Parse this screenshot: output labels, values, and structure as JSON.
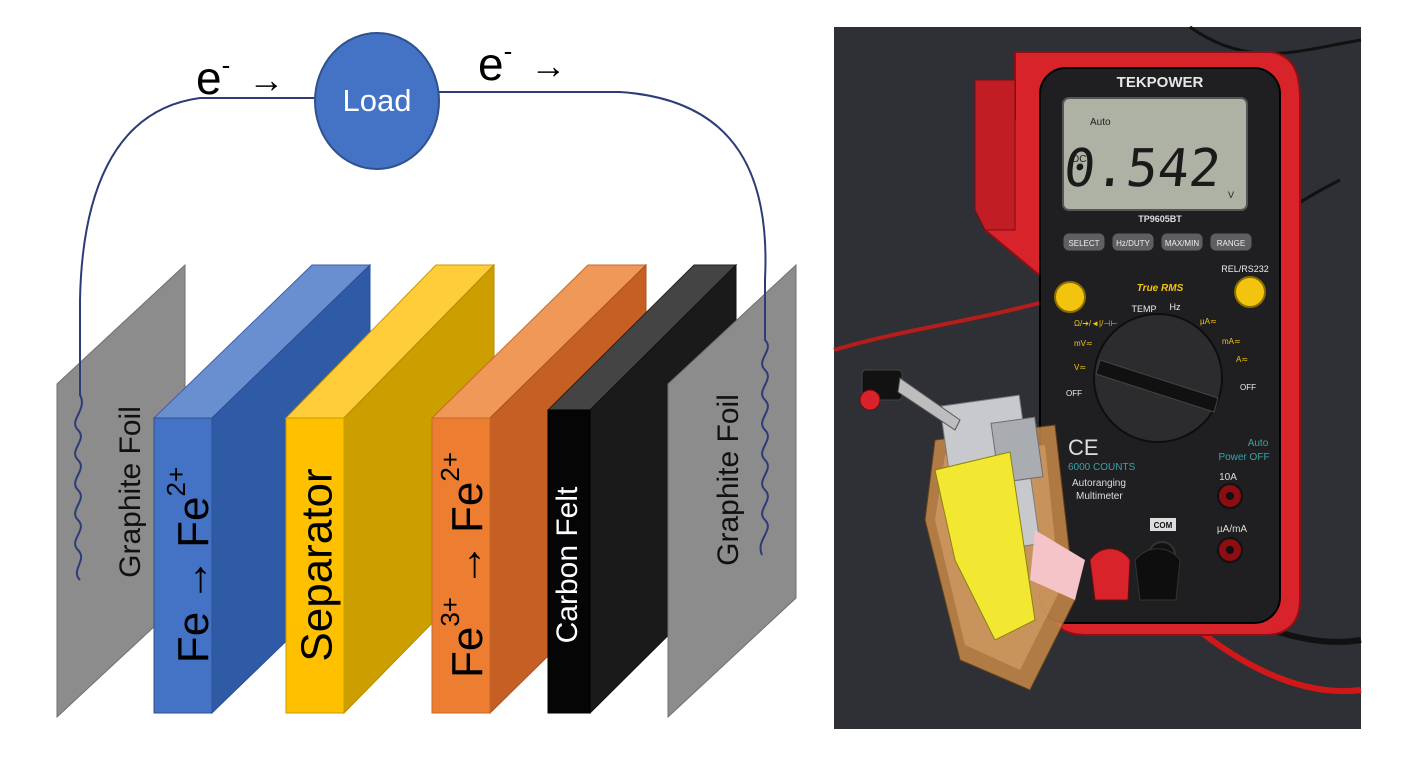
{
  "circuit": {
    "electron_left": "e",
    "electron_right": "e",
    "electron_sup": "-",
    "arrow": "→",
    "load_label": "Load"
  },
  "layers": {
    "graphite_left": "Graphite Foil",
    "fe_text": "Fe",
    "fe_arrow": "→",
    "fe2_text": "Fe",
    "fe2_sup": "2+",
    "separator": "Separator",
    "fe3_text": "Fe",
    "fe3_sup": "3+",
    "fe3_arrow": "→",
    "fe3_prod": "Fe",
    "fe3_prod_sup": "2+",
    "carbon_felt": "Carbon Felt",
    "graphite_right": "Graphite Foil"
  },
  "photo": {
    "brand": "TEKPOWER",
    "reading": "0.542",
    "mode_auto": "Auto",
    "mode_dc": "DC",
    "unit_v": "V",
    "model": "TP9605BT",
    "buttons": [
      "SELECT",
      "Hz/DUTY",
      "MAX/MIN",
      "RANGE"
    ],
    "rel_label": "REL/RS232",
    "true_rms": "True RMS",
    "temp": "TEMP",
    "hz": "Hz",
    "dial_ohm": "Ω/➔/◄|/⊣⊢",
    "dial_mv": "mV≂",
    "dial_v": "V≂",
    "dial_off_left": "OFF",
    "dial_ua": "µA≂",
    "dial_ma": "mA≂",
    "dial_a": "A≂",
    "dial_off_right": "OFF",
    "ce": "CE",
    "counts": "6000 COUNTS",
    "autoranging": "Autoranging",
    "multimeter": "Multimeter",
    "auto_power": "Auto",
    "power_off": "Power OFF",
    "jack_10a": "10A",
    "jack_com": "COM",
    "jack_uama": "µA/mA"
  }
}
